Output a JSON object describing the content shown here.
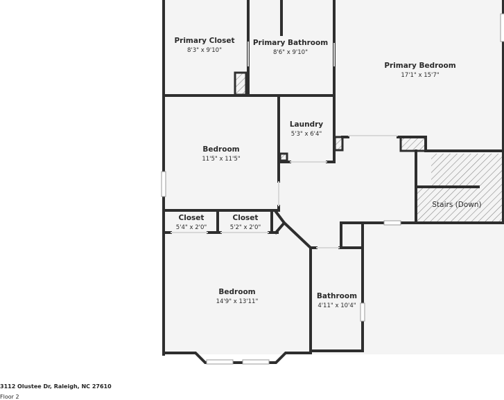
{
  "plan": {
    "rooms": [
      {
        "name": "Primary Closet",
        "dims": "8'3\" x 9'10\""
      },
      {
        "name": "Primary Bathroom",
        "dims": "8'6\" x 9'10\""
      },
      {
        "name": "Primary Bedroom",
        "dims": "17'1\" x 15'7\""
      },
      {
        "name": "Laundry",
        "dims": "5'3\" x 6'4\""
      },
      {
        "name": "Bedroom",
        "dims": "11'5\" x 11'5\""
      },
      {
        "name": "Closet",
        "dims": "5'4\" x 2'0\""
      },
      {
        "name": "Closet",
        "dims": "5'2\" x 2'0\""
      },
      {
        "name": "Stairs (Down)",
        "dims": ""
      },
      {
        "name": "Bedroom",
        "dims": "14'9\" x 13'11\""
      },
      {
        "name": "Bathroom",
        "dims": "4'11\" x 10'4\""
      }
    ]
  },
  "footer": {
    "address": "3112 Olustee Dr, Raleigh, NC 27610",
    "floor": "Floor 2"
  },
  "colors": {
    "wall": "#2e2e2e",
    "floor_fill": "#f4f4f4",
    "hatch": "#8a8a8a",
    "window": "#dcdcdc"
  }
}
